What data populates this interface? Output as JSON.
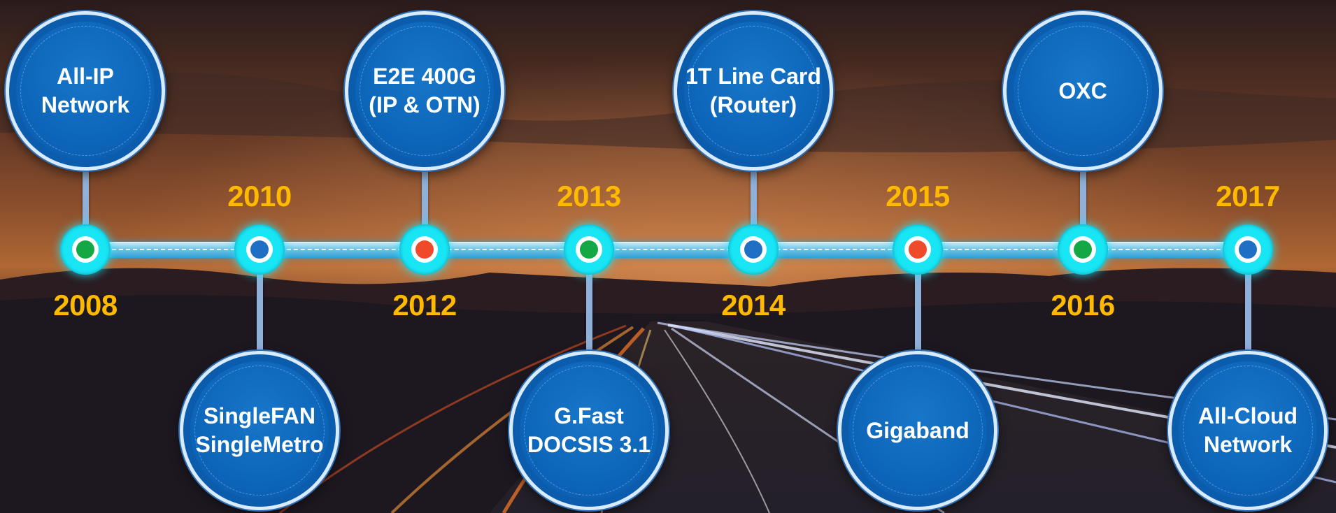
{
  "colors": {
    "milestone_dot_green": "#14a845",
    "milestone_dot_blue": "#1f6fc4",
    "milestone_dot_red": "#ef4a2a",
    "node_ring": "#19e6f4",
    "year_text": "#ffba00",
    "bubble_fill": "#0c64b8"
  },
  "milestones": [
    {
      "year": "2008",
      "label": "All-IP\nNetwork",
      "dot_color": "#14a845",
      "side": "top"
    },
    {
      "year": "2010",
      "label": "SingleFAN\nSingleMetro",
      "dot_color": "#1f6fc4",
      "side": "bottom"
    },
    {
      "year": "2012",
      "label": "E2E 400G\n(IP & OTN)",
      "dot_color": "#ef4a2a",
      "side": "top"
    },
    {
      "year": "2013",
      "label": "G.Fast\nDOCSIS 3.1",
      "dot_color": "#14a845",
      "side": "bottom"
    },
    {
      "year": "2014",
      "label": "1T Line Card\n(Router)",
      "dot_color": "#1f6fc4",
      "side": "top"
    },
    {
      "year": "2015",
      "label": "Gigaband",
      "dot_color": "#ef4a2a",
      "side": "bottom"
    },
    {
      "year": "2016",
      "label": "OXC",
      "dot_color": "#14a845",
      "side": "top"
    },
    {
      "year": "2017",
      "label": "All-Cloud\nNetwork",
      "dot_color": "#1f6fc4",
      "side": "bottom"
    }
  ]
}
